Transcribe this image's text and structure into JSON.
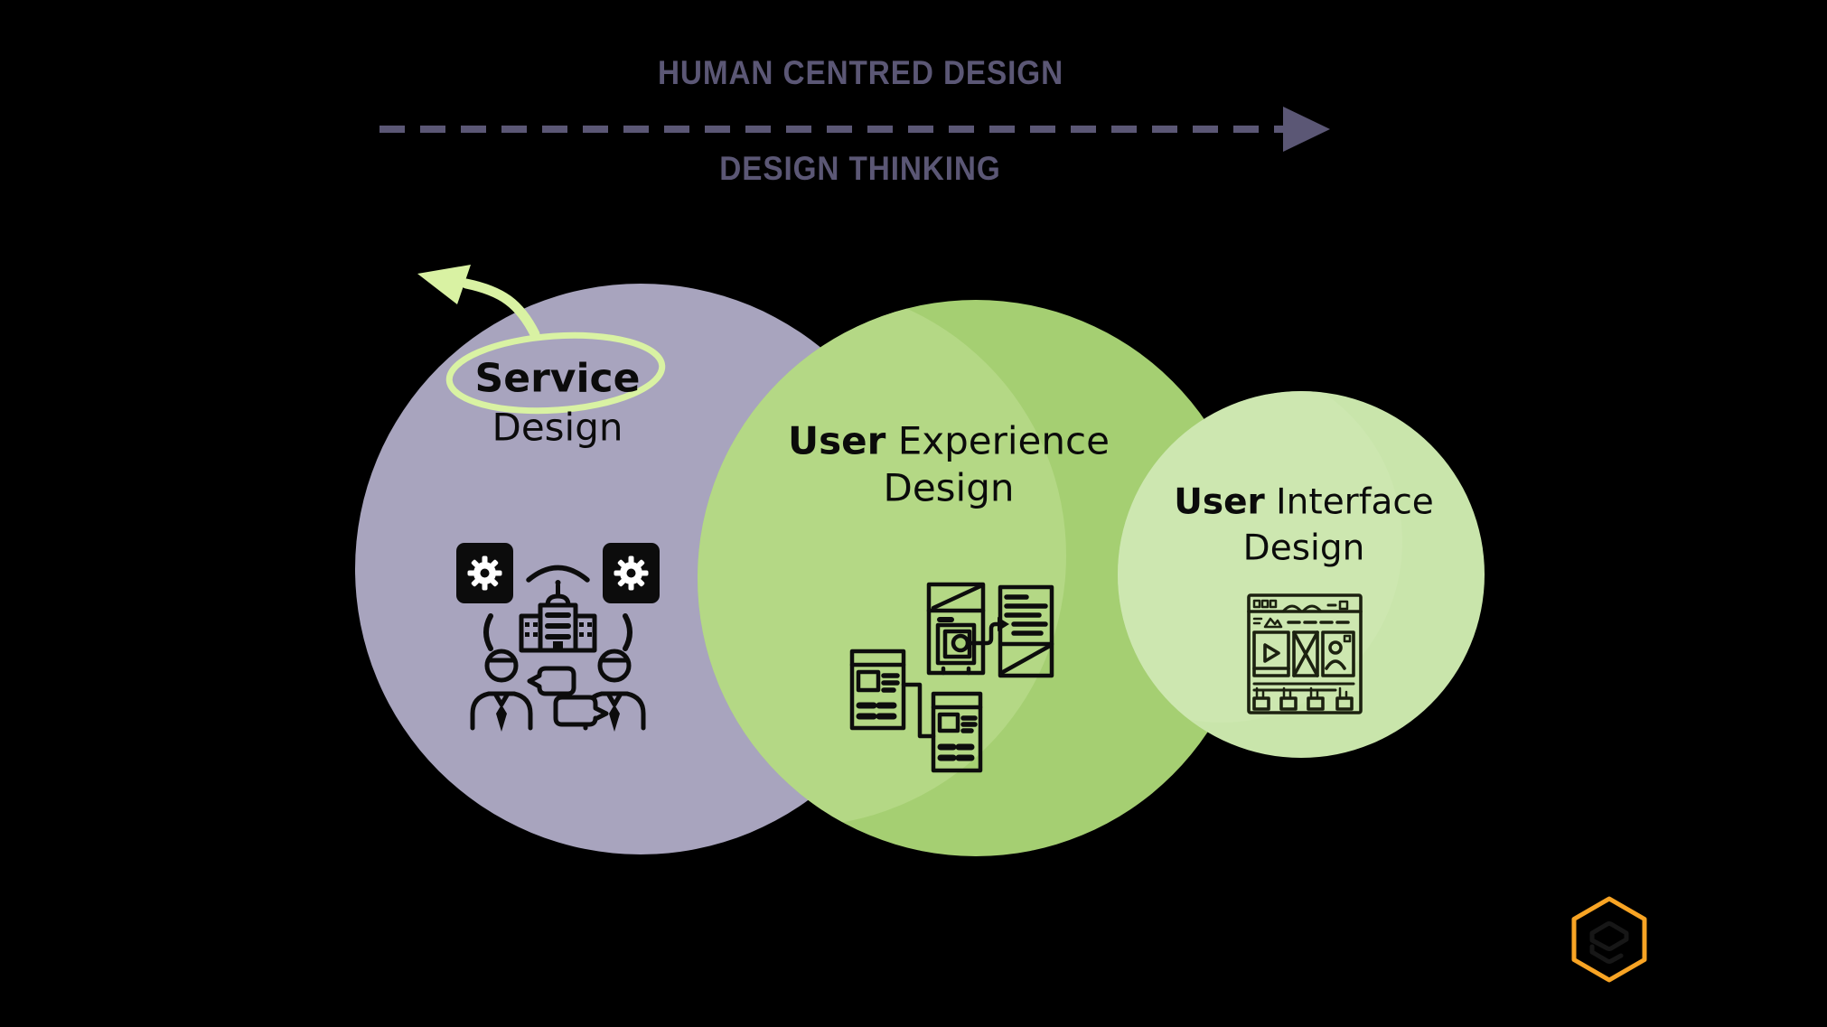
{
  "header": {
    "title": "HUMAN CENTRED DESIGN",
    "subtitle": "DESIGN THINKING",
    "text_color": "#5b5775",
    "arrow": "dashed-right-arrow",
    "arrow_color": "#5b5775"
  },
  "circles": {
    "service": {
      "label_bold": "Service",
      "label_line2": "Design",
      "fill": "#a8a4be",
      "highlight_color": "#d9f2a3",
      "highlight": "ellipse-around-service-with-arrow",
      "icon": "organization-gears-people-icon"
    },
    "ux": {
      "label_bold": "User",
      "label_rest": " Experience",
      "label_line2": "Design",
      "fill": "#a5cf72",
      "fill_light": "#b4d885",
      "icon": "wireframe-flow-icon"
    },
    "ui": {
      "label_bold": "User",
      "label_rest": " Interface",
      "label_line2": "Design",
      "fill": "#c9e5ab",
      "icon": "browser-layout-icon"
    }
  },
  "logo": {
    "name": "hexagon-stack-logo",
    "outline_color": "#f8a424",
    "glyph_color": "#171717"
  },
  "background": "#000000"
}
